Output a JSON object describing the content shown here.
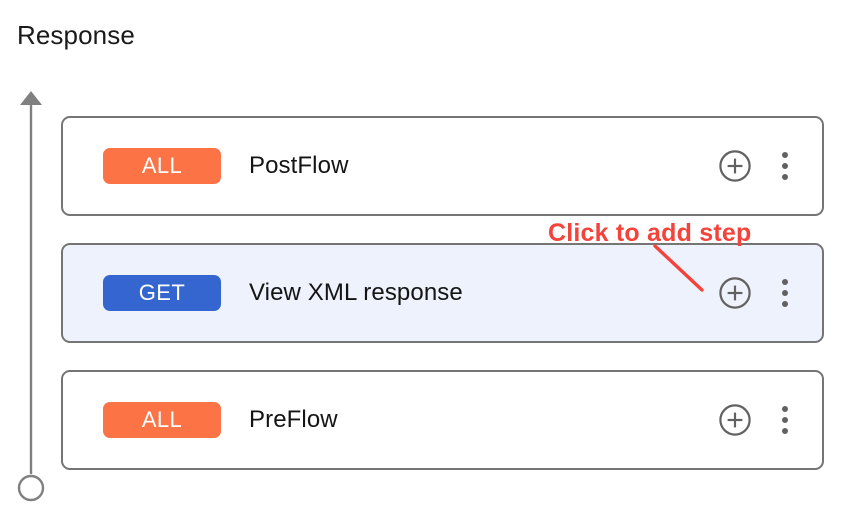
{
  "page": {
    "title": "Response",
    "background_color": "#ffffff"
  },
  "axis": {
    "name": "flow-direction-axis",
    "line_color": "#808080",
    "arrow_direction": "up",
    "start_marker": "circle",
    "end_marker": "arrowhead"
  },
  "colors": {
    "badge_all": "#fc7346",
    "badge_get": "#3566cf",
    "card_border": "#757575",
    "card_background": "#ffffff",
    "selected_row_background": "#eef2fc",
    "icon_gray": "#616161",
    "annotation_red": "#f4433a",
    "text_primary": "#141414"
  },
  "flow_rows": [
    {
      "id": "postflow",
      "badge": "ALL",
      "badge_color": "#fc7346",
      "label": "PostFlow",
      "selected": false,
      "add_icon": "plus-circle-icon",
      "menu_icon": "kebab-menu-icon"
    },
    {
      "id": "view-xml-response",
      "badge": "GET",
      "badge_color": "#3566cf",
      "label": "View XML response",
      "selected": true,
      "add_icon": "plus-circle-icon",
      "menu_icon": "kebab-menu-icon"
    },
    {
      "id": "preflow",
      "badge": "ALL",
      "badge_color": "#fc7346",
      "label": "PreFlow",
      "selected": false,
      "add_icon": "plus-circle-icon",
      "menu_icon": "kebab-menu-icon"
    }
  ],
  "annotation": {
    "text": "Click to add step",
    "color": "#f4433a",
    "points_to": "add-step-button-view-xml-response"
  }
}
